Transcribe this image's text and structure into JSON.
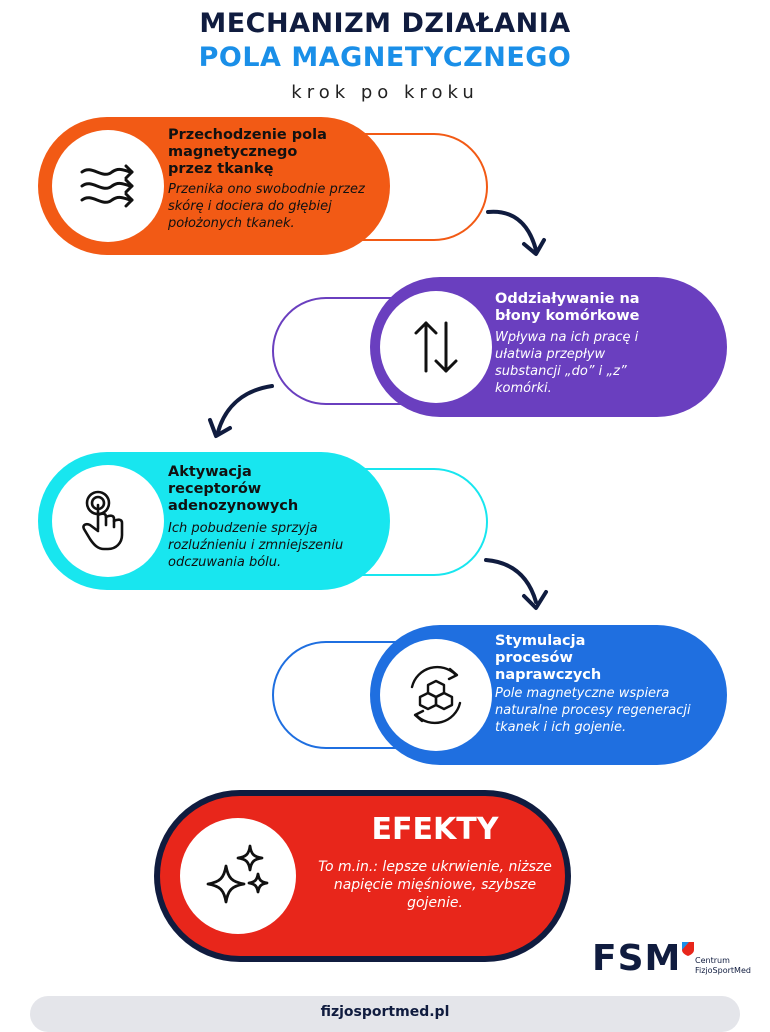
{
  "header": {
    "line1": "MECHANIZM DZIAŁANIA",
    "line2": "POLA MAGNETYCZNEGO",
    "subtitle": "krok po kroku"
  },
  "steps": [
    {
      "title": "Przechodzenie pola magnetycznego przez tkankę",
      "description": "Przenika ono swobodnie przez skórę i dociera do głębiej położonych tkanek.",
      "icon": "waves-arrows-icon",
      "color": "#f25a15"
    },
    {
      "title": "Oddziaływanie na błony komórkowe",
      "description": "Wpływa na ich pracę i ułatwia przepływ substancji „do” i „z” komórki.",
      "icon": "up-down-arrows-icon",
      "color": "#6a3fbf"
    },
    {
      "title": "Aktywacja receptorów adenozynowych",
      "description": "Ich pobudzenie sprzyja rozluźnieniu i zmniejszeniu odczuwania bólu.",
      "icon": "finger-tap-icon",
      "color": "#18e6ef"
    },
    {
      "title": "Stymulacja procesów naprawczych",
      "description": "Pole magnetyczne wspiera naturalne procesy regeneracji tkanek i ich gojenie.",
      "icon": "hexagon-cycle-icon",
      "color": "#1f6fe0"
    }
  ],
  "effects": {
    "title": "EFEKTY",
    "description": "To m.in.: lepsze ukrwienie, niższe napięcie mięśniowe, szybsze gojenie.",
    "icon": "sparkles-icon",
    "color": "#e8261b"
  },
  "logo": {
    "text": "FSM",
    "subtitle_line1": "Centrum",
    "subtitle_line2": "FizjoSportMed"
  },
  "footer": {
    "url": "fizjosportmed.pl"
  },
  "colors": {
    "navy": "#101c3f",
    "blue": "#1a8fe8"
  }
}
